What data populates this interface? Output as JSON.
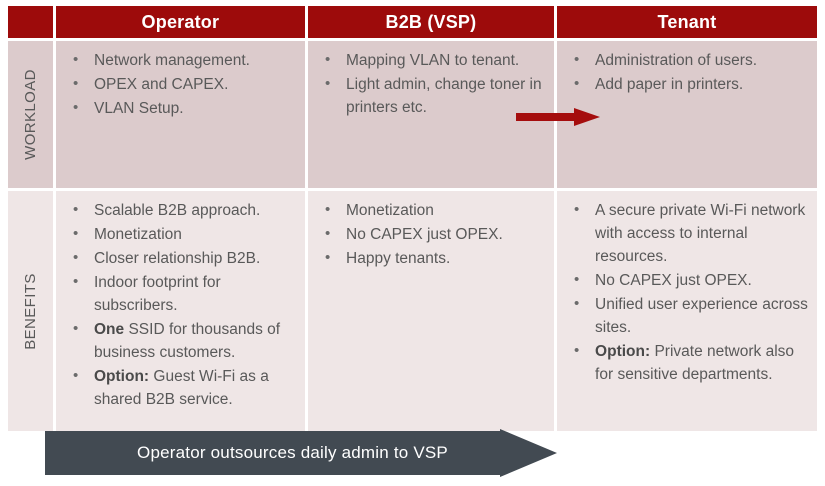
{
  "header": {
    "corner_label": "",
    "columns": [
      {
        "label": "Operator"
      },
      {
        "label": "B2B (VSP)"
      },
      {
        "label": "Tenant"
      }
    ]
  },
  "rows": [
    {
      "side_label": "WORKLOAD",
      "cells": [
        {
          "owner": "Operator",
          "bullets": [
            {
              "text": "Network management."
            },
            {
              "text": "OPEX and CAPEX."
            },
            {
              "text": "VLAN Setup."
            }
          ]
        },
        {
          "owner": "B2B (VSP)",
          "bullets": [
            {
              "text": "Mapping VLAN to tenant."
            },
            {
              "text": "Light admin, change toner in printers etc."
            }
          ]
        },
        {
          "owner": "Tenant",
          "bullets": [
            {
              "text": "Administration of users."
            },
            {
              "text": "Add paper in printers."
            }
          ]
        }
      ]
    },
    {
      "side_label": "BENEFITS",
      "cells": [
        {
          "owner": "Operator",
          "bullets": [
            {
              "text": "Scalable B2B approach."
            },
            {
              "text": "Monetization"
            },
            {
              "text": "Closer relationship B2B."
            },
            {
              "text": "Indoor footprint for subscribers."
            },
            {
              "bold": "One",
              "text": " SSID for thousands of business customers."
            },
            {
              "bold": "Option:",
              "text": " Guest Wi-Fi as a shared B2B service."
            }
          ]
        },
        {
          "owner": "B2B (VSP)",
          "bullets": [
            {
              "text": "Monetization"
            },
            {
              "text": "No CAPEX just OPEX."
            },
            {
              "text": "Happy tenants."
            }
          ]
        },
        {
          "owner": "Tenant",
          "bullets": [
            {
              "text": "A secure private Wi-Fi network with access to internal resources."
            },
            {
              "text": "No CAPEX just OPEX."
            },
            {
              "text": "Unified user experience across sites."
            },
            {
              "bold": "Option:",
              "text": " Private network also for sensitive departments."
            }
          ]
        }
      ]
    }
  ],
  "handoff_arrow": {
    "name": "red-right-arrow",
    "from": "B2B (VSP)",
    "to": "Tenant"
  },
  "bottom_banner": {
    "label": "Operator outsources daily admin to VSP"
  },
  "colors": {
    "header_red": "#9d0b0b",
    "workload_bg": "#dccbcc",
    "benefits_bg": "#efe6e6",
    "banner_dark": "#424a52",
    "arrow_red": "#a50d0d",
    "text_gray": "#595959"
  }
}
